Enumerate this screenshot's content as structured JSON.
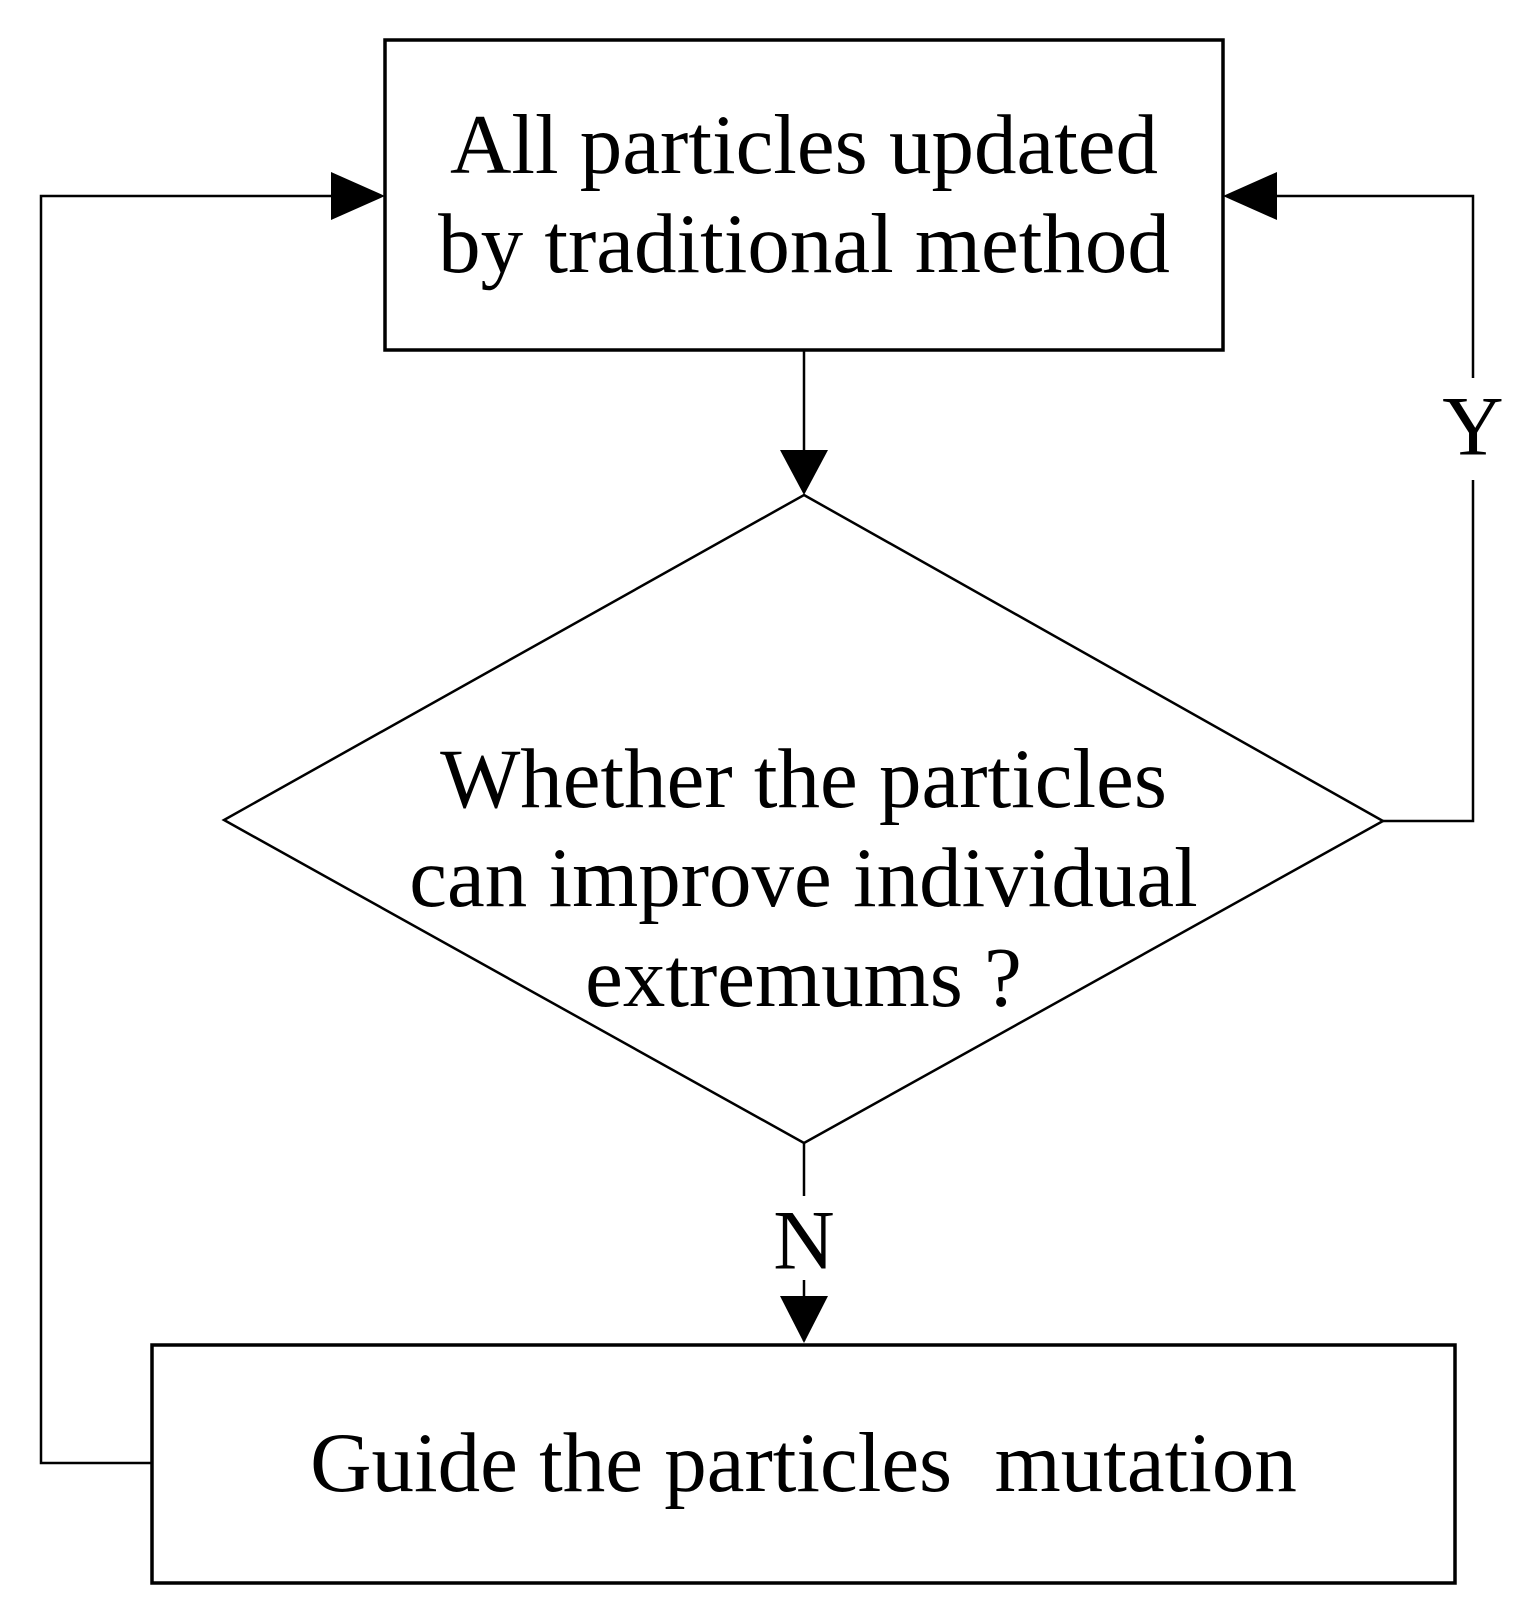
{
  "diagram": {
    "title": "Particle swarm mutation flowchart",
    "background_color": "#ffffff",
    "line_color": "#000000",
    "nodes": [
      {
        "id": "update-particles",
        "type": "process",
        "text": "All particles updated\nby traditional method"
      },
      {
        "id": "improve-extremums",
        "type": "decision",
        "text": "Whether the particles\ncan improve individual\nextremums ?"
      },
      {
        "id": "guide-mutation",
        "type": "process",
        "text": "Guide the particles  mutation"
      }
    ],
    "connections": [
      {
        "from": "update-particles",
        "to": "improve-extremums",
        "label": ""
      },
      {
        "from": "improve-extremums",
        "to": "guide-mutation",
        "label": "N"
      },
      {
        "from": "improve-extremums",
        "to": "update-particles",
        "label": "Y"
      },
      {
        "from": "guide-mutation",
        "to": "update-particles",
        "label": ""
      }
    ]
  }
}
